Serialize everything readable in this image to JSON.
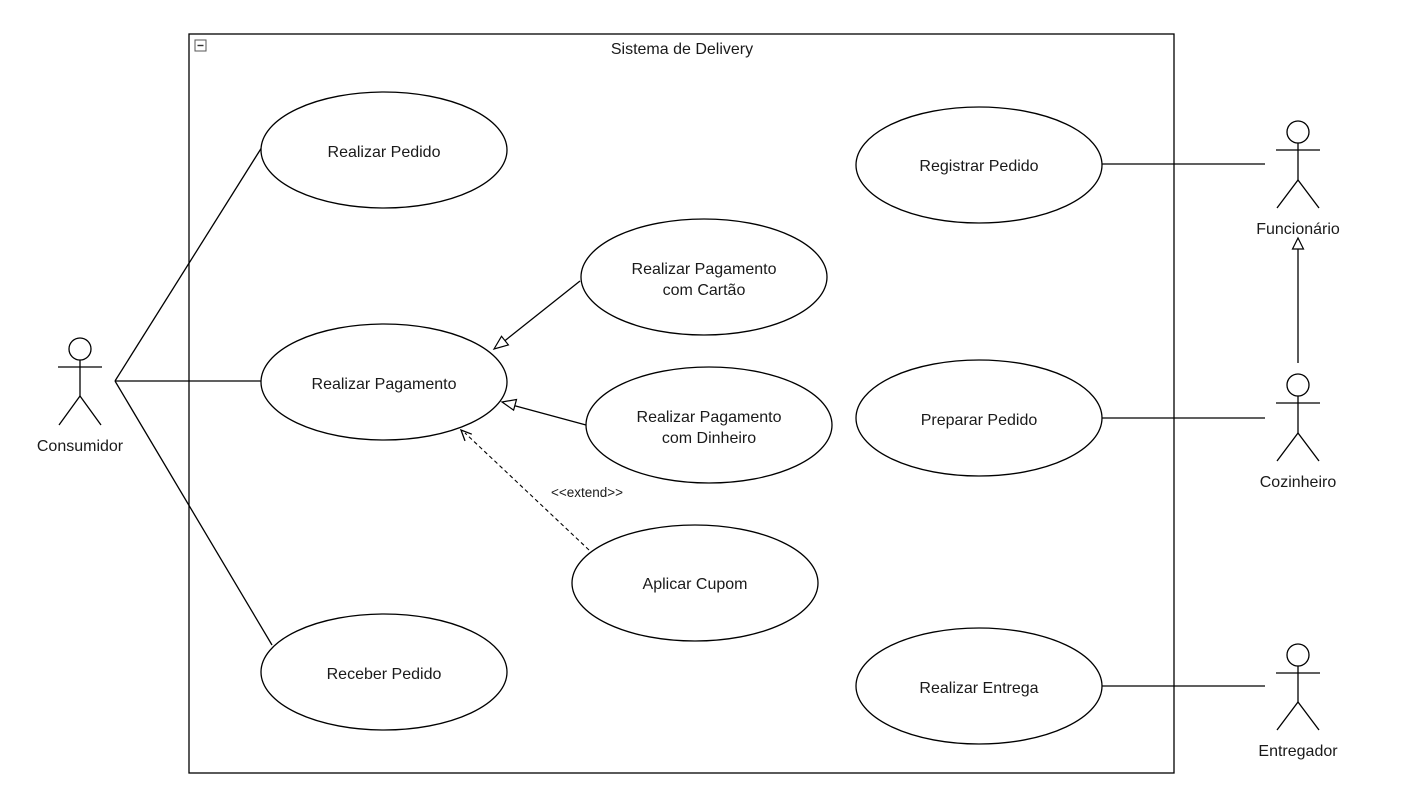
{
  "system": {
    "title": "Sistema de Delivery",
    "collapse_icon": "minus-box-icon"
  },
  "actors": {
    "consumidor": "Consumidor",
    "funcionario": "Funcionário",
    "cozinheiro": "Cozinheiro",
    "entregador": "Entregador"
  },
  "use_cases": {
    "realizar_pedido": "Realizar Pedido",
    "realizar_pagamento": "Realizar Pagamento",
    "receber_pedido": "Receber Pedido",
    "pagamento_cartao": [
      "Realizar Pagamento",
      "com Cartão"
    ],
    "pagamento_dinheiro": [
      "Realizar Pagamento",
      "com Dinheiro"
    ],
    "aplicar_cupom": "Aplicar Cupom",
    "registrar_pedido": "Registrar Pedido",
    "preparar_pedido": "Preparar Pedido",
    "realizar_entrega": "Realizar Entrega"
  },
  "relations": {
    "extend_label": "<<extend>>"
  }
}
